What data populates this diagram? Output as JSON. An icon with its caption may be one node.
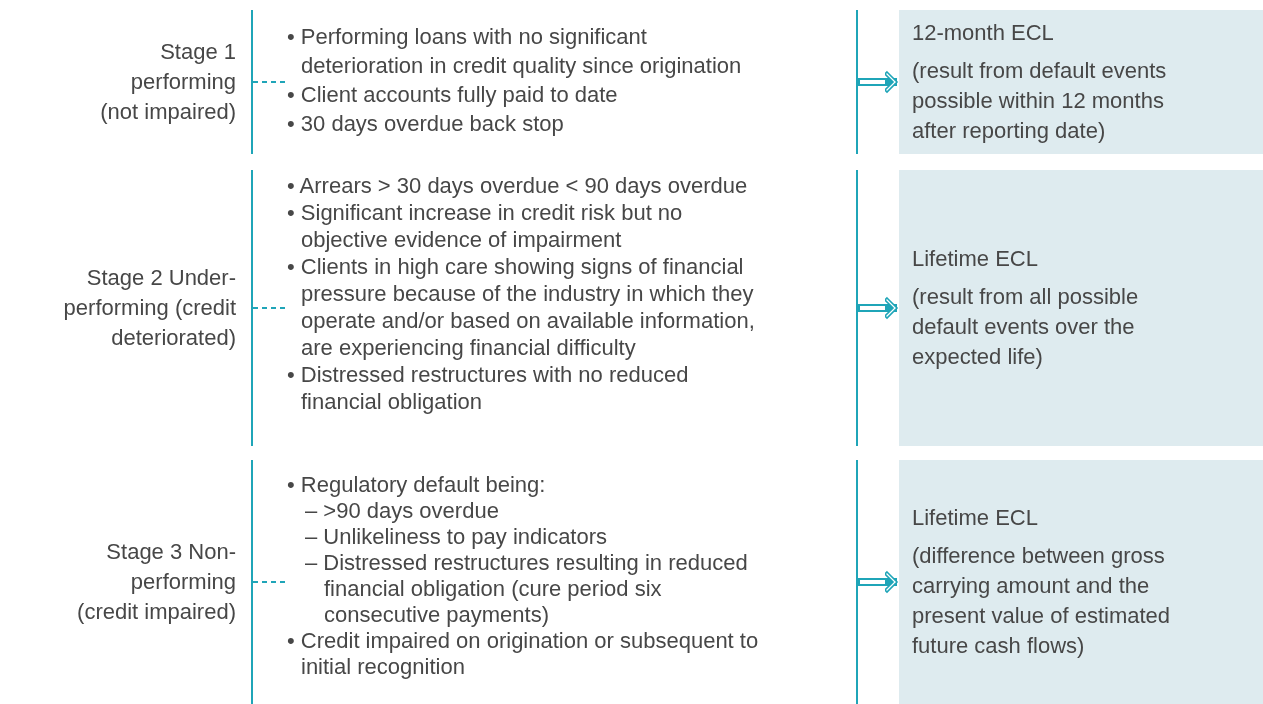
{
  "diagram": {
    "nodes": [
      {
        "text": [
          "Stage 1 performing (not impaired)"
        ]
      },
      {
        "text": [
          "• Performing loans with no significant deterioration in credit quality since origination",
          "• Client accounts fully paid to date",
          "• 30 days overdue back stop"
        ]
      },
      {
        "text": [
          "12-month ECL",
          "(result from default events possible within 12 months after reporting date)"
        ]
      },
      {
        "text": [
          "Stage 2 Under-performing (credit deteriorated)"
        ]
      },
      {
        "text": [
          "• Arrears > 30 days overdue < 90 days overdue",
          "• Significant increase in credit risk but no objective evidence of impairment",
          "• Clients in high care showing signs of financial pressure because of the industry in which they operate and/or based on available information, are experiencing financial difficulty",
          "• Distressed restructures with no reduced financial obligation"
        ]
      },
      {
        "text": [
          "Lifetime ECL",
          "(result from all possible default events over the expected life)"
        ]
      },
      {
        "text": [
          "Stage 3 Non-performing (credit impaired)"
        ]
      },
      {
        "text": [
          "• Regulatory default being:",
          "– >90 days overdue",
          "– Unlikeliness to pay indicators",
          "– Distressed restructures resulting in reduced financial obligation (cure period six consecutive payments)",
          "• Credit impaired on origination or subsequent to initial recognition"
        ]
      },
      {
        "text": [
          "Lifetime ECL",
          "(difference between gross carrying amount and the present value of estimated future cash flows)"
        ]
      }
    ],
    "edges": [
      {
        "from": 0,
        "to": 1,
        "arrow": "none",
        "style": "dashed"
      },
      {
        "from": 1,
        "to": 2,
        "arrow": "to",
        "style": "thick"
      },
      {
        "from": 3,
        "to": 4,
        "arrow": "none",
        "style": "dashed"
      },
      {
        "from": 4,
        "to": 5,
        "arrow": "to",
        "style": "thick"
      },
      {
        "from": 6,
        "to": 7,
        "arrow": "none",
        "style": "dashed"
      },
      {
        "from": 7,
        "to": 8,
        "arrow": "to",
        "style": "thick"
      }
    ]
  }
}
